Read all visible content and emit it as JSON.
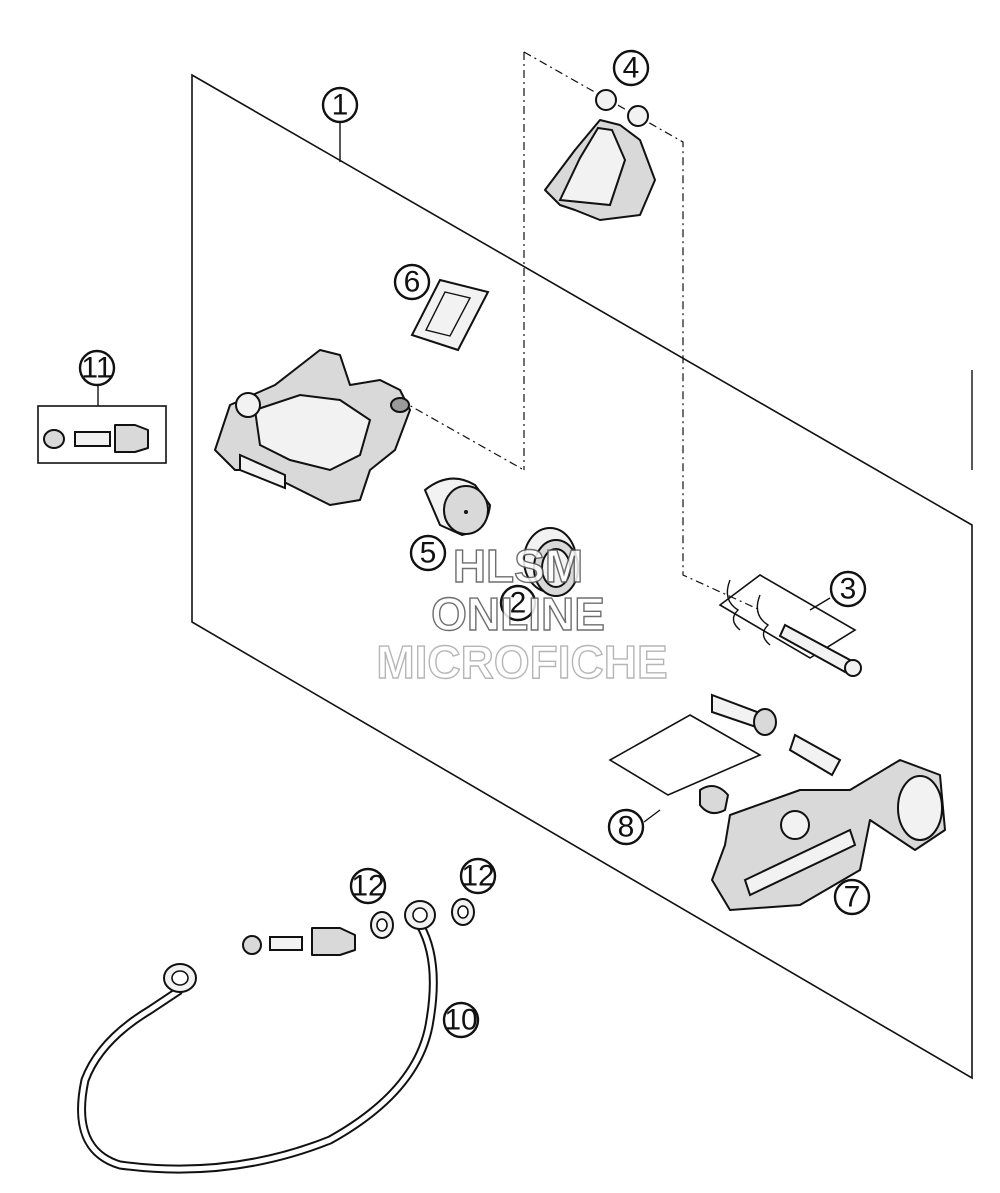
{
  "diagram": {
    "callouts": [
      {
        "id": "1",
        "label": "1"
      },
      {
        "id": "2",
        "label": "2"
      },
      {
        "id": "3",
        "label": "3"
      },
      {
        "id": "4",
        "label": "4"
      },
      {
        "id": "5",
        "label": "5"
      },
      {
        "id": "6",
        "label": "6"
      },
      {
        "id": "7",
        "label": "7"
      },
      {
        "id": "8",
        "label": "8"
      },
      {
        "id": "10",
        "label": "10"
      },
      {
        "id": "11",
        "label": "11"
      },
      {
        "id": "12a",
        "label": "12"
      },
      {
        "id": "12b",
        "label": "12"
      }
    ]
  },
  "watermark": {
    "line1": "HLSM",
    "line2": "ONLINE",
    "line3": "MICROFICHE"
  }
}
